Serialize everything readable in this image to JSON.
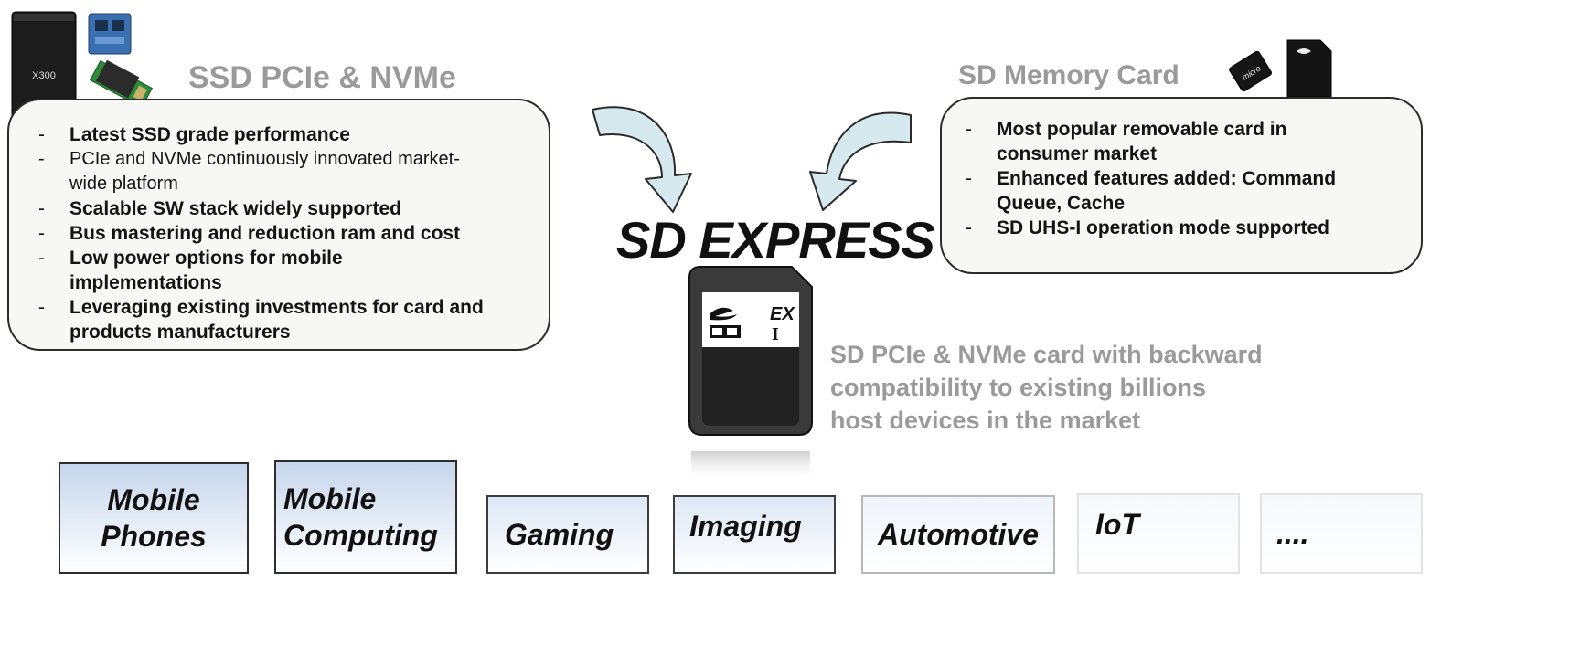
{
  "ssd": {
    "heading": "SSD PCIe & NVMe",
    "bullets": [
      "Latest SSD grade performance",
      "PCIe and NVMe continuously innovated market-wide platform",
      "Scalable SW stack widely supported",
      "Bus mastering and reduction ram and cost",
      "Low power options for mobile implementations",
      "Leveraging existing investments for card and products manufacturers"
    ],
    "drive_label": "X300"
  },
  "sd_card": {
    "heading": "SD Memory Card",
    "bullets": [
      "Most popular removable card in consumer market",
      "Enhanced features added: Command Queue, Cache",
      "SD UHS-I operation mode supported"
    ],
    "micro_label": "micro"
  },
  "center": {
    "logo_text": "SD EXPRESS",
    "card_label_ex": "EX",
    "card_label_i": "I",
    "description": [
      "SD PCIe & NVMe card with backward",
      "compatibility to existing billions",
      "host devices in the market"
    ]
  },
  "categories": [
    {
      "label": "Mobile Phones"
    },
    {
      "label": "Mobile Computing"
    },
    {
      "label": "Gaming"
    },
    {
      "label": "Imaging"
    },
    {
      "label": "Automotive"
    },
    {
      "label": "IoT"
    },
    {
      "label": "...."
    }
  ],
  "colors": {
    "heading_gray": "#9a9a9a",
    "arrow_fill": "#d6e9ee",
    "box_fill": "#f7f7f5",
    "category_blue": "#c6d6ec"
  }
}
